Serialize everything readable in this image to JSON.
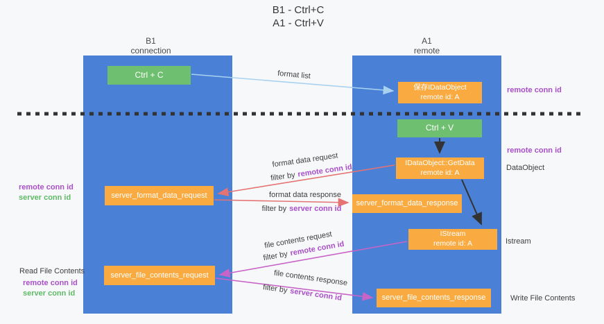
{
  "title": {
    "line1": "B1 - Ctrl+C",
    "line2": "A1 - Ctrl+V"
  },
  "lanes": {
    "b1": {
      "name": "B1",
      "subtitle": "connection"
    },
    "a1": {
      "name": "A1",
      "subtitle": "remote"
    }
  },
  "boxes": {
    "ctrl_c": {
      "label": "Ctrl + C"
    },
    "ctrl_v": {
      "label": "Ctrl + V"
    },
    "save_dataobject": {
      "line1": "保存IDataObject",
      "line2": "remote id: A"
    },
    "getdata": {
      "line1": "IDataObject::GetData",
      "line2": "remote id: A"
    },
    "istream": {
      "line1": "IStream",
      "line2": "remote id: A"
    },
    "format_request": {
      "label": "server_format_data_request"
    },
    "format_response": {
      "label": "server_format_data_response"
    },
    "file_request": {
      "label": "server_file_contents_request"
    },
    "file_response": {
      "label": "server_file_contents_response"
    }
  },
  "arrow_labels": {
    "format_list": "format list",
    "format_data_request": "format data request",
    "format_data_response": "format data response",
    "file_contents_request": "file contents request",
    "file_contents_response": "file contents response",
    "filter_prefix": "filter by",
    "remote_conn_id": "remote conn id",
    "server_conn_id": "server conn id"
  },
  "side_labels": {
    "remote_conn_id": "remote conn id",
    "server_conn_id": "server conn id",
    "dataobject": "DataObject",
    "istream": "Istream",
    "read_file_contents": "Read File Contents",
    "write_file_contents": "Write File Contents"
  },
  "colors": {
    "column_blue": "#4a80d5",
    "box_green": "#6ebf70",
    "box_orange": "#f9ab41",
    "arrow_lightblue": "#a8d2f0",
    "arrow_red": "#e57373",
    "arrow_magenta": "#c863c8",
    "arrow_black": "#333333",
    "text_purple": "#a94fc9",
    "text_green": "#5fba66"
  }
}
